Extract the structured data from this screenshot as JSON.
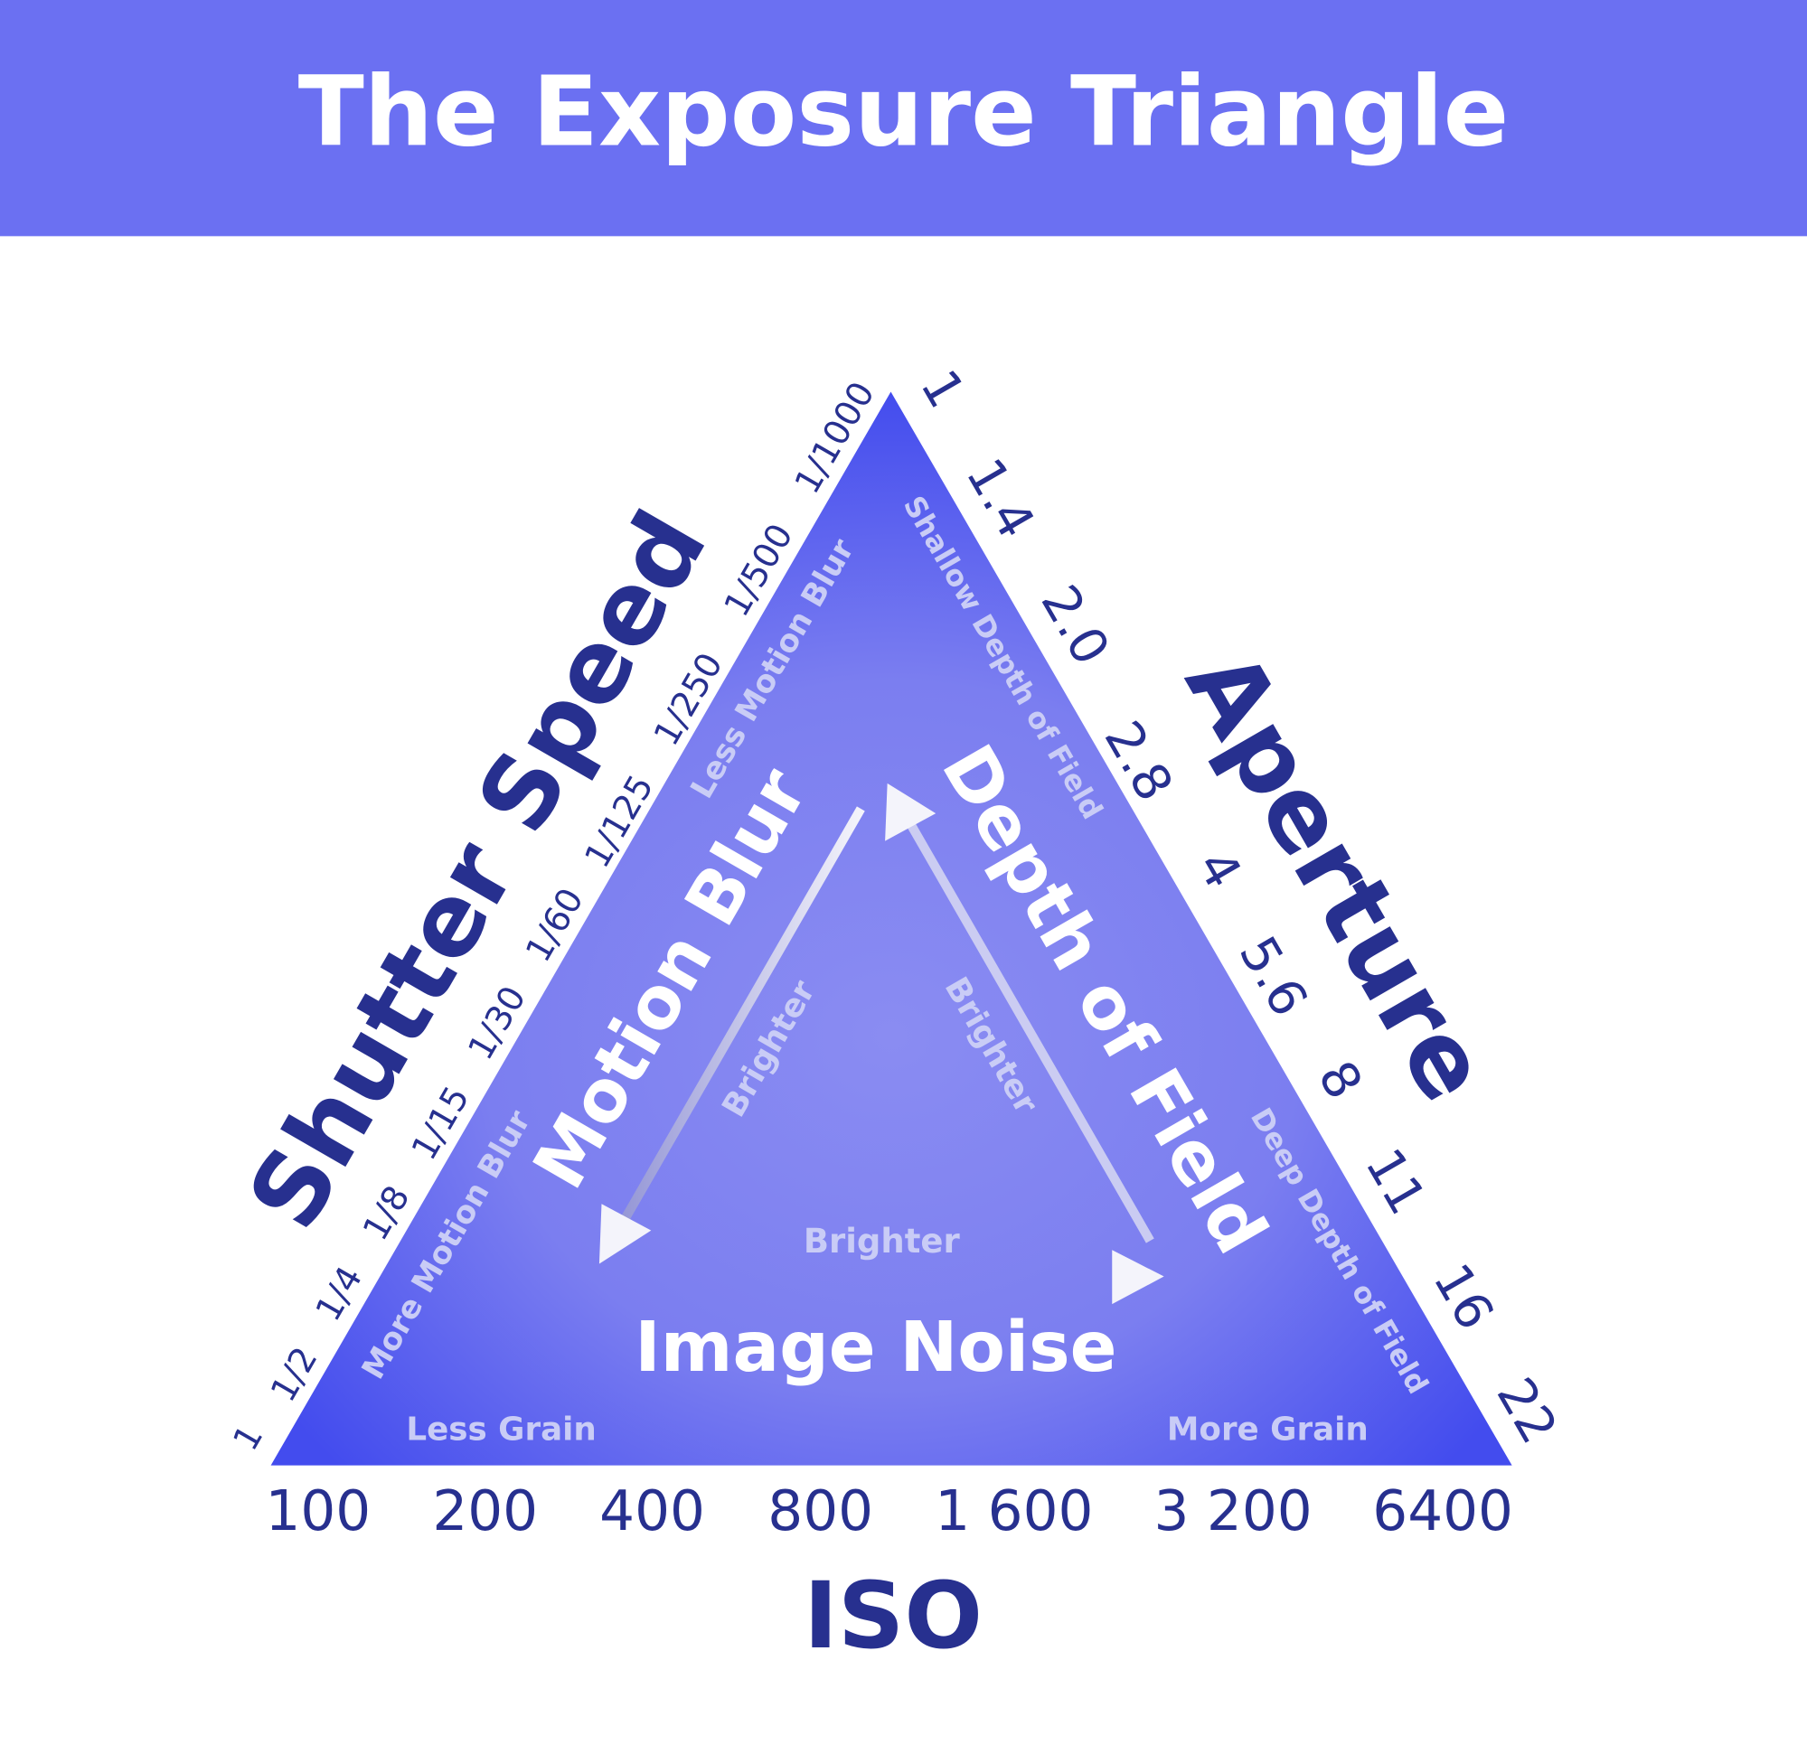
{
  "title": "The Exposure Triangle",
  "colors": {
    "header": "#6b70f2",
    "triangle_edge": "#4a52ee",
    "triangle_center": "#8a8cf2",
    "label_dark": "#27308f"
  },
  "shutter": {
    "label": "Shutter Speed",
    "ticks": [
      "1",
      "1/2",
      "1/4",
      "1/8",
      "1/15",
      "1/30",
      "1/60",
      "1/125",
      "1/250",
      "1/500",
      "1/1000"
    ],
    "low_note": "More Motion Blur",
    "high_note": "Less Motion Blur",
    "effect": "Motion Blur",
    "arrow_label": "Brighter"
  },
  "aperture": {
    "label": "Aperture",
    "ticks": [
      "1",
      "1.4",
      "2.0",
      "2.8",
      "4",
      "5.6",
      "8",
      "11",
      "16",
      "22"
    ],
    "low_note": "Shallow Depth of Field",
    "high_note": "Deep Depth of Field",
    "effect": "Depth of Field",
    "arrow_label": "Brighter"
  },
  "iso": {
    "label": "ISO",
    "ticks": [
      "100",
      "200",
      "400",
      "800",
      "1 600",
      "3 200",
      "6400"
    ],
    "low_note": "Less Grain",
    "high_note": "More Grain",
    "effect": "Image Noise",
    "arrow_label": "Brighter"
  }
}
